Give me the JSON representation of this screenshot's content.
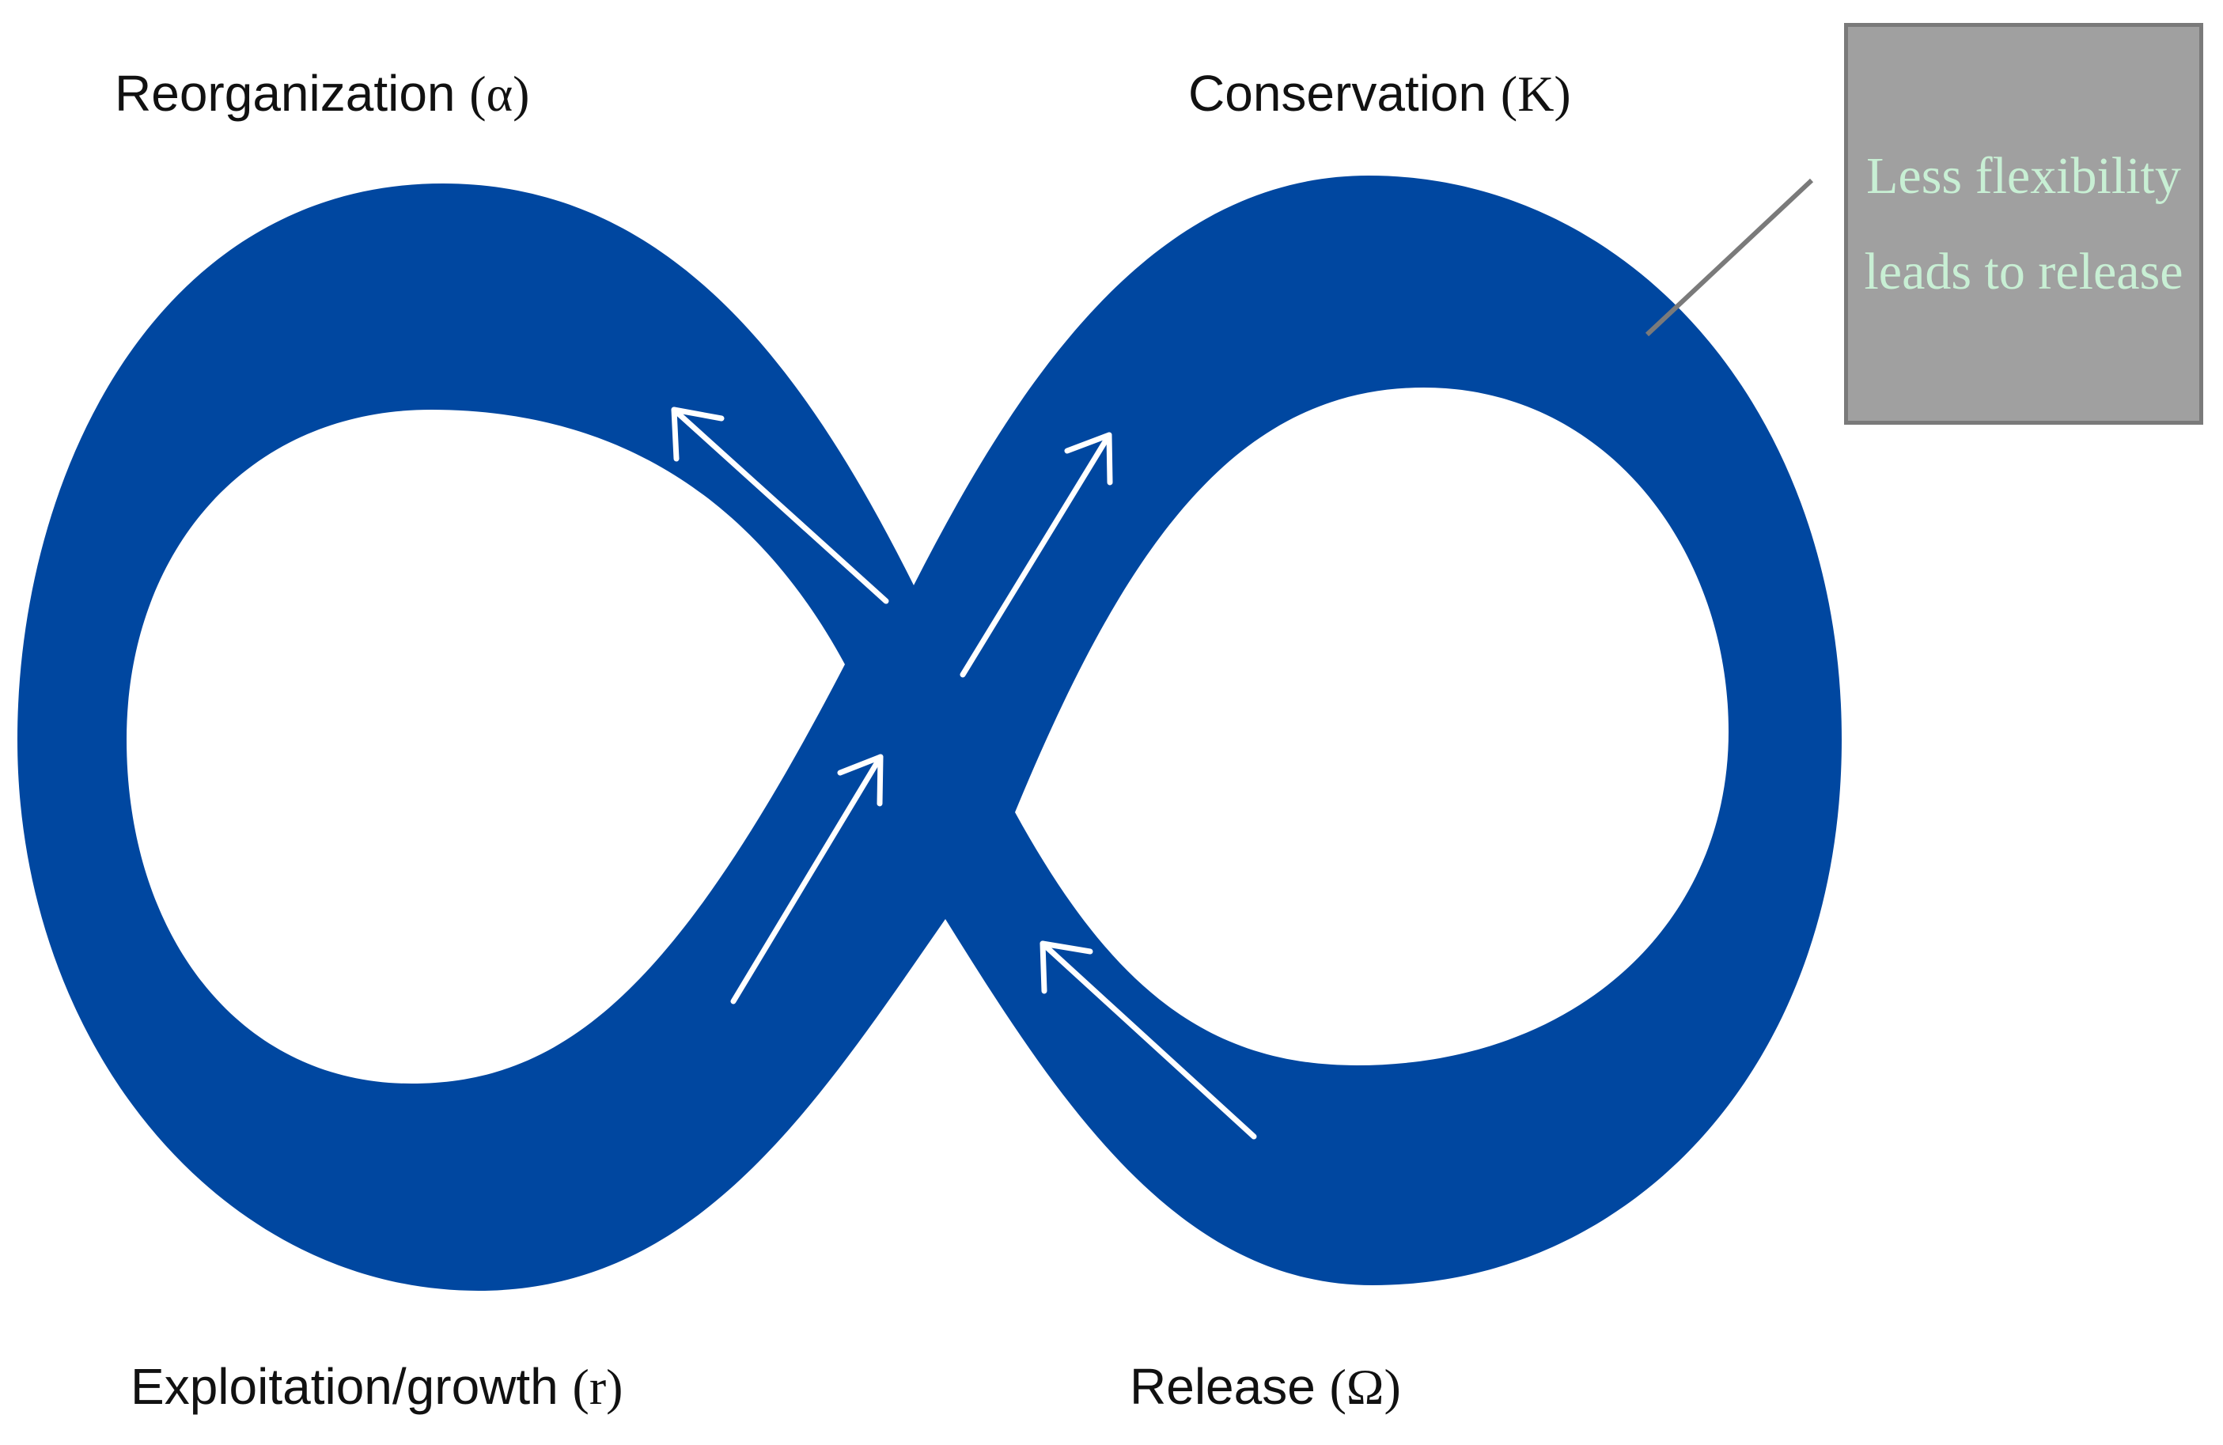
{
  "labels": {
    "reorganization": "Reorganization",
    "reorganization_symbol": "(α)",
    "conservation": "Conservation",
    "conservation_symbol": "(K)",
    "exploitation": "Exploitation/growth",
    "exploitation_symbol": "(r)",
    "release": "Release",
    "release_symbol": "(Ω)"
  },
  "callout": {
    "text": "Less flexibility leads to release"
  },
  "colors": {
    "loop": "#0047a0",
    "arrow": "#ffffff",
    "callout_background": "#a0a0a0",
    "callout_border": "#7a7a7a",
    "callout_text": "#c8efd4",
    "leader_line": "#7a7a7a"
  }
}
